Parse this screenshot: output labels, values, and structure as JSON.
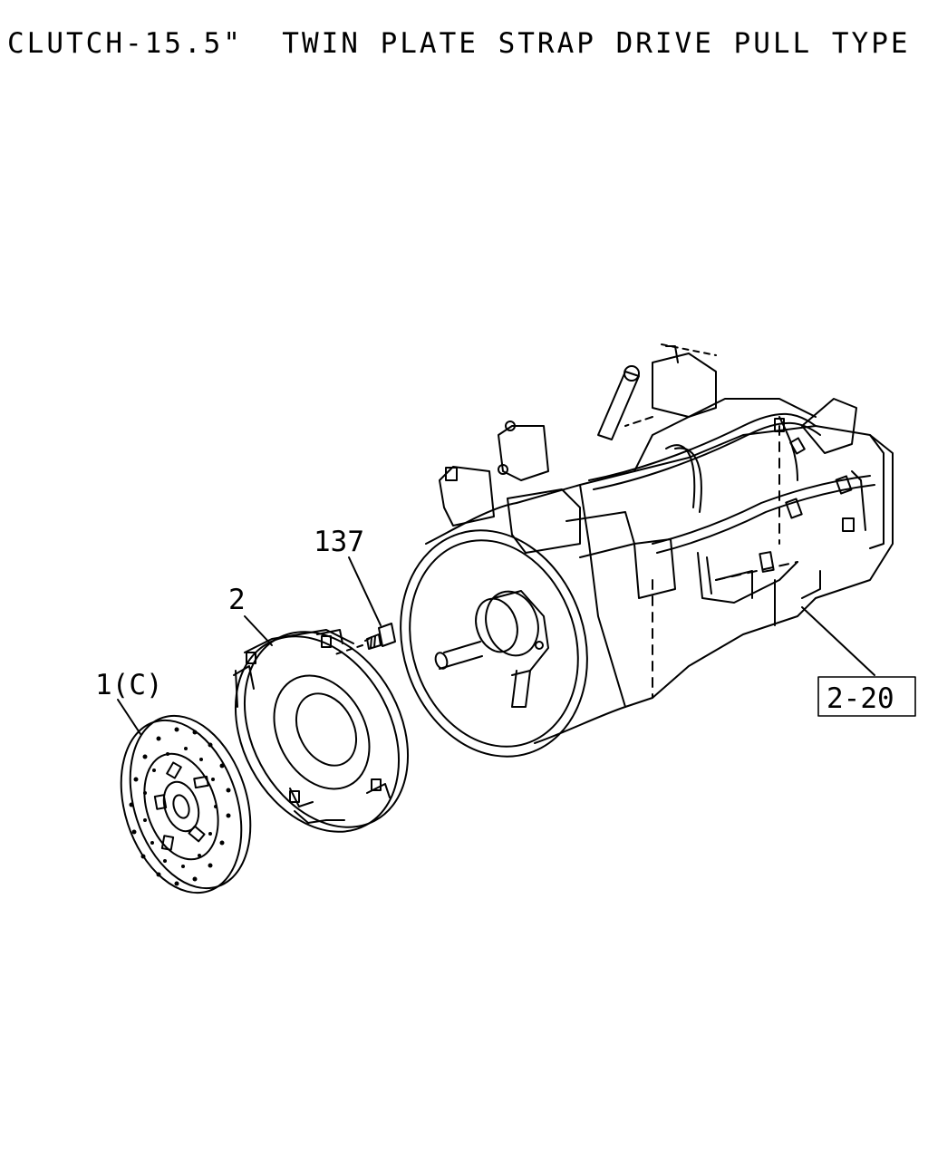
{
  "title": "CLUTCH-15.5\"  TWIN PLATE STRAP DRIVE PULL TYPE",
  "callouts": {
    "bolt": "137",
    "clutch_cover": "2",
    "clutch_disc": "1(C)",
    "transmission_ref": "2-20"
  },
  "colors": {
    "line": "#000000",
    "background": "#ffffff"
  }
}
